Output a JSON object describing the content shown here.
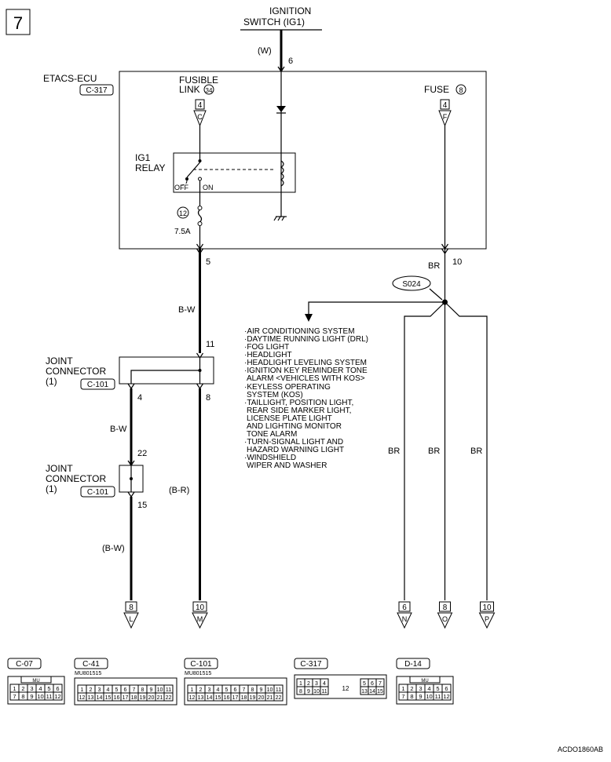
{
  "page_number": "7",
  "ignition": {
    "line1": "IGNITION",
    "line2": "SWITCH (IG1)",
    "wire_color": "(W)",
    "pin": "6"
  },
  "ecu": {
    "name": "ETACS-ECU",
    "connector": "C-317"
  },
  "fusible_link": {
    "line1": "FUSIBLE",
    "line2": "LINK",
    "number": "34",
    "pin_num": "4",
    "pin_letter": "C"
  },
  "fuse8": {
    "label": "FUSE",
    "number": "8",
    "pin_num": "4",
    "pin_letter": "F"
  },
  "relay": {
    "line1": "IG1",
    "line2": "RELAY",
    "off": "OFF",
    "on": "ON"
  },
  "fuse12": {
    "number": "12",
    "rating": "7.5A"
  },
  "left_wire": {
    "pin_top": "5",
    "color_top": "B-W",
    "jc_pin_in": "11",
    "jc_pin_out_left": "4",
    "jc_pin_out_right": "8",
    "color_mid": "B-W",
    "jc2_pin_in": "22",
    "jc2_pin_out": "15",
    "color_right": "(B-R)",
    "color_bottom_left": "(B-W)"
  },
  "joint_connector_1": {
    "line1": "JOINT",
    "line2": "CONNECTOR",
    "line3": "(1)",
    "connector": "C-101"
  },
  "joint_connector_2": {
    "line1": "JOINT",
    "line2": "CONNECTOR",
    "line3": "(1)",
    "connector": "C-101"
  },
  "right_wire": {
    "color": "BR",
    "pin": "10",
    "splice": "S024"
  },
  "systems": [
    "·AIR CONDITIONING SYSTEM",
    "·DAYTIME RUNNING LIGHT (DRL)",
    "·FOG LIGHT",
    "·HEADLIGHT",
    "·HEADLIGHT LEVELING SYSTEM",
    "·IGNITION KEY REMINDER TONE",
    "ALARM <VEHICLES WITH KOS>",
    "·KEYLESS OPERATING",
    "SYSTEM (KOS)",
    "·TAILLIGHT, POSITION LIGHT,",
    "REAR SIDE MARKER LIGHT,",
    "LICENSE PLATE LIGHT",
    "AND LIGHTING MONITOR",
    "TONE ALARM",
    "·TURN-SIGNAL LIGHT AND",
    "HAZARD WARNING LIGHT",
    "·WINDSHIELD",
    "WIPER AND WASHER"
  ],
  "branch_colors": [
    "BR",
    "BR",
    "BR"
  ],
  "terminals": [
    {
      "num": "8",
      "letter": "L"
    },
    {
      "num": "10",
      "letter": "M"
    },
    {
      "num": "6",
      "letter": "N"
    },
    {
      "num": "8",
      "letter": "O"
    },
    {
      "num": "10",
      "letter": "P"
    }
  ],
  "connectors": [
    {
      "name": "C-07",
      "part": "",
      "label": "MU"
    },
    {
      "name": "C-41",
      "part": "MU801515",
      "label": ""
    },
    {
      "name": "C-101",
      "part": "MU801515",
      "label": ""
    },
    {
      "name": "C-317",
      "part": "",
      "label": "12"
    },
    {
      "name": "D-14",
      "part": "",
      "label": "MU"
    }
  ],
  "conn6": {
    "row1": [
      "1",
      "2",
      "3",
      "4",
      "5",
      "6"
    ],
    "row2": [
      "7",
      "8",
      "9",
      "10",
      "11",
      "12"
    ]
  },
  "conn22": {
    "row1": [
      "1",
      "2",
      "3",
      "4",
      "5",
      "6",
      "7",
      "8",
      "9",
      "10",
      "11"
    ],
    "row2": [
      "12",
      "13",
      "14",
      "15",
      "16",
      "17",
      "18",
      "19",
      "20",
      "21",
      "22"
    ]
  },
  "conn317": {
    "left1": [
      "1",
      "2",
      "3",
      "4"
    ],
    "left2": [
      "8",
      "9",
      "10",
      "11"
    ],
    "right1": [
      "5",
      "6",
      "7"
    ],
    "right2": [
      "13",
      "14",
      "15"
    ]
  },
  "figure_code": "ACDO1860AB"
}
